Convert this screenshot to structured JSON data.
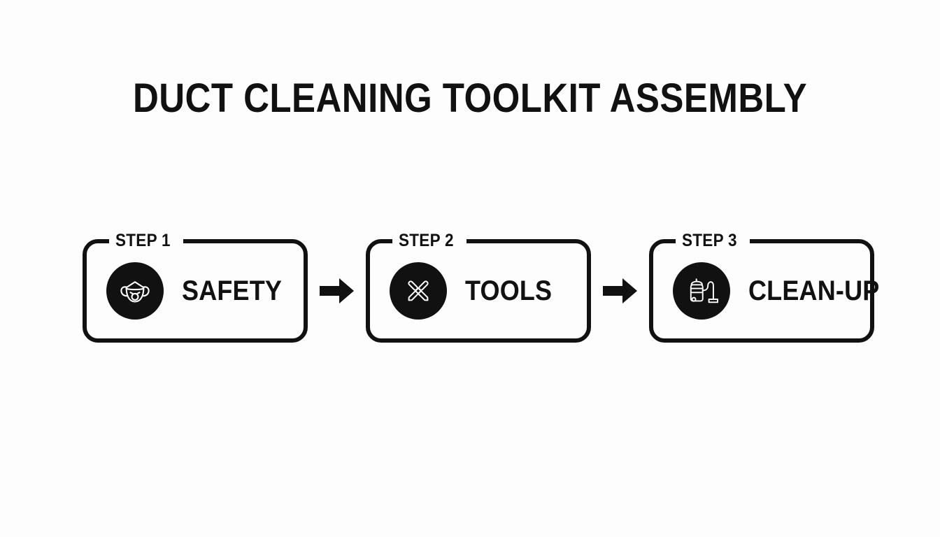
{
  "page": {
    "title": "DUCT CLEANING TOOLKIT ASSEMBLY",
    "background_color": "#fdfdfd",
    "ink_color": "#111111"
  },
  "flow": {
    "arrow_icon": "arrow-right-icon",
    "steps": [
      {
        "step_label": "STEP 1",
        "name": "SAFETY",
        "icon": "respirator-mask-icon"
      },
      {
        "step_label": "STEP 2",
        "name": "TOOLS",
        "icon": "crossed-tools-icon"
      },
      {
        "step_label": "STEP 3",
        "name": "CLEAN-UP",
        "icon": "vacuum-cleaner-icon"
      }
    ],
    "arrows": [
      {
        "label": "arrow-step1-to-step2"
      },
      {
        "label": "arrow-step2-to-step3"
      }
    ]
  }
}
